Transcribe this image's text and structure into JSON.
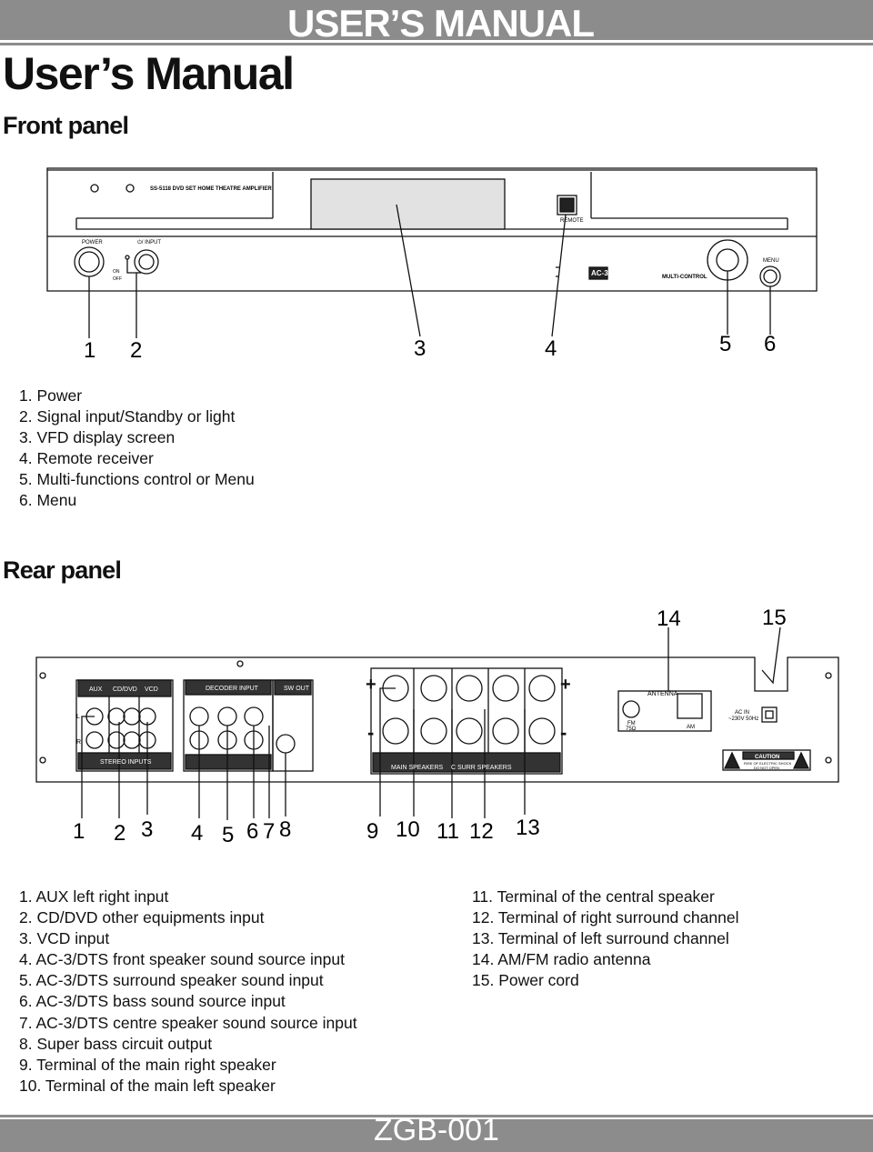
{
  "header": {
    "band_title": "USER’S MANUAL",
    "title": "User’s Manual"
  },
  "front": {
    "heading": "Front panel",
    "labels": {
      "model": "SS-5118 DVD SET  HOME THEATRE AMPLIFIER",
      "remote": "REMOTE",
      "power": "POWER",
      "input": "⏻/ INPUT",
      "on": "ON",
      "off": "OFF",
      "menu": "MENU",
      "multi": "MULTI-CONTROL",
      "ac3": "AC-3"
    },
    "callouts": [
      "1",
      "2",
      "3",
      "4",
      "5",
      "6"
    ],
    "items": [
      "1. Power",
      "2. Signal input/Standby or light",
      "3. VFD display screen",
      "4. Remote receiver",
      "5. Multi-functions control or Menu",
      "6. Menu"
    ]
  },
  "rear": {
    "heading": "Rear panel",
    "labels": {
      "aux": "AUX",
      "cddvd": "CD/DVD",
      "vcd": "VCD",
      "stereo": "STEREO INPUTS",
      "decoder": "DECODER INPUT",
      "sw": "SW OUT",
      "l": "L",
      "r": "R",
      "main": "MAIN SPEAKERS",
      "surr": "C   SURR SPEAKERS",
      "antenna": "ANTENNA",
      "fm": "FM",
      "fm_ohm": "75Ω",
      "am": "AM",
      "ac_in": "AC  IN",
      "ac_volt": "~230V  50Hz",
      "caution": "CAUTION",
      "caution_sub": "RISK OF ELECTRIC SHOCK",
      "caution_sub2": "DO NOT OPEN"
    },
    "callouts": [
      "1",
      "2",
      "3",
      "4",
      "5",
      "6",
      "7",
      "8",
      "9",
      "10",
      "11",
      "12",
      "13",
      "14",
      "15"
    ],
    "items_left": [
      "1. AUX left right input",
      "2. CD/DVD other equipments input",
      "3. VCD input",
      "4. AC-3/DTS front speaker sound source input",
      "5. AC-3/DTS surround speaker sound input",
      "6. AC-3/DTS bass sound source input",
      "7. AC-3/DTS centre speaker sound source input",
      "8. Super bass circuit output",
      "9. Terminal of the main right speaker",
      "10. Terminal of the main left speaker"
    ],
    "items_right": [
      "11. Terminal of the central speaker",
      "12. Terminal of right surround channel",
      "13. Terminal of left surround channel",
      "14. AM/FM radio antenna",
      "15. Power cord"
    ]
  },
  "footer": {
    "code": "ZGB-001"
  }
}
